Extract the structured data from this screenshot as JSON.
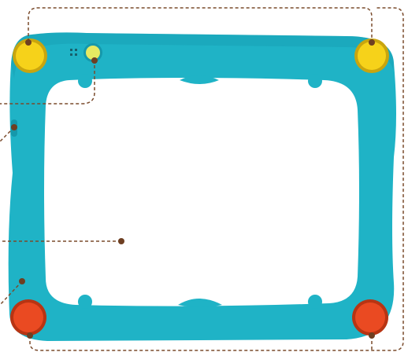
{
  "diagram": {
    "subject": "tablet-bumper-frame",
    "colors": {
      "frame": "#1fb3c6",
      "frame_shade": "#1598ab",
      "frame_highlight": "#52c8d7",
      "screen": "#ffffff",
      "top_buttons": "#f6d21a",
      "top_button_ring": "#c9a50e",
      "sensor": "#e6ea62",
      "bottom_buttons": "#ea4a22",
      "bottom_button_ring": "#b83413",
      "callout_line": "#7a4b2c",
      "callout_dot": "#6e3f22"
    },
    "parts": [
      {
        "id": "top-left-yellow-button",
        "color_key": "top_buttons"
      },
      {
        "id": "top-right-yellow-button",
        "color_key": "top_buttons"
      },
      {
        "id": "bottom-left-red-button",
        "color_key": "bottom_buttons"
      },
      {
        "id": "bottom-right-red-button",
        "color_key": "bottom_buttons"
      },
      {
        "id": "camera-sensor",
        "color_key": "sensor"
      },
      {
        "id": "speaker-dots",
        "color_key": "frame_shade"
      },
      {
        "id": "screen-area",
        "color_key": "screen"
      }
    ],
    "callouts": [
      {
        "id": "top-buttons-leader",
        "line_style": "dashed"
      },
      {
        "id": "sensor-leader",
        "line_style": "dashed"
      },
      {
        "id": "side-upper-leader",
        "line_style": "dashed"
      },
      {
        "id": "screen-leader",
        "line_style": "dashed"
      },
      {
        "id": "side-lower-leader",
        "line_style": "dashed"
      },
      {
        "id": "bottom-buttons-leader",
        "line_style": "dashed"
      }
    ]
  }
}
